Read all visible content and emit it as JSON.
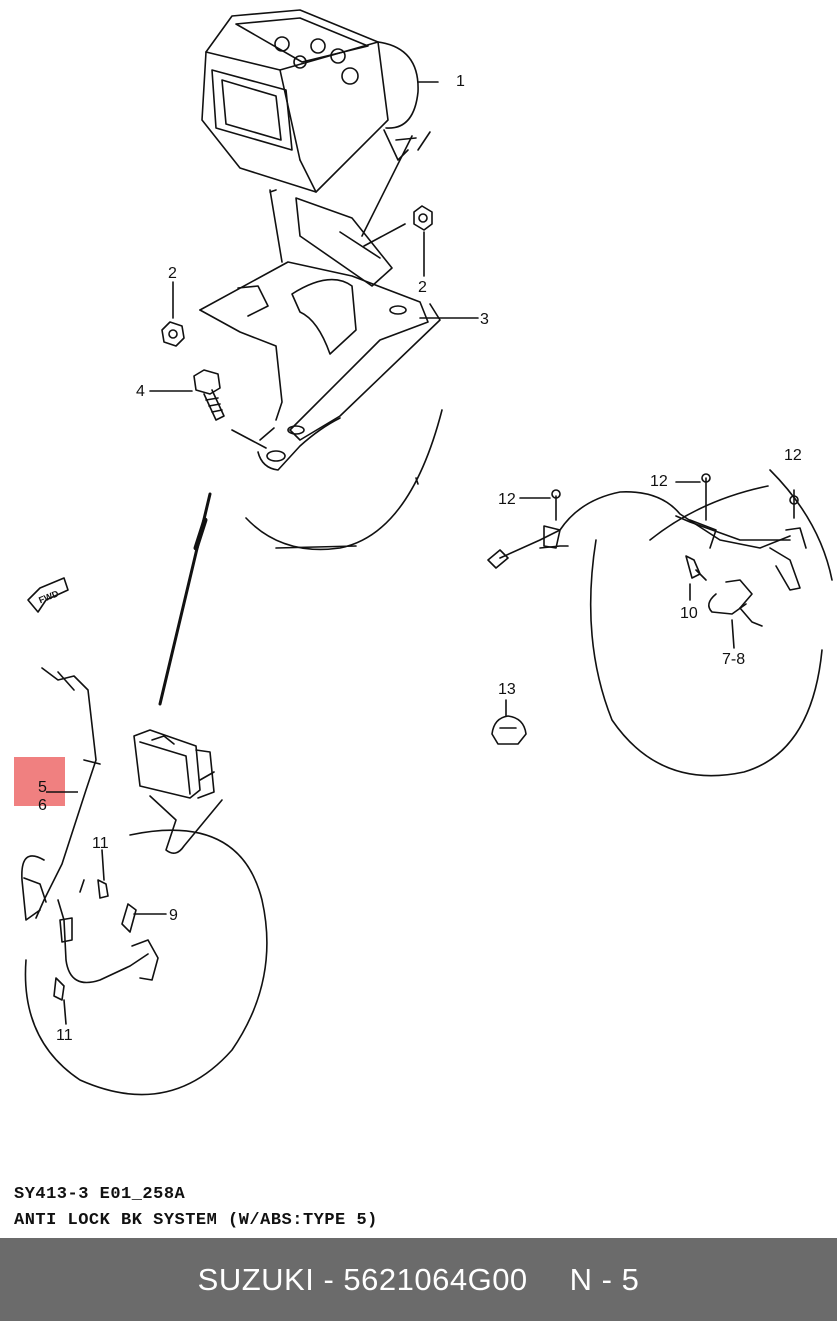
{
  "diagram": {
    "callouts": [
      "1",
      "2",
      "2",
      "3",
      "4",
      "5",
      "6",
      "7-8",
      "9",
      "10",
      "11",
      "11",
      "12",
      "12",
      "12",
      "13"
    ],
    "fwd_label": "FWD",
    "diagram_code": "SY413-3  E01_258A",
    "diagram_title": "ANTI LOCK BK SYSTEM (W/ABS:TYPE 5)",
    "highlight_color": "#f08080"
  },
  "footer": {
    "brand": "SUZUKI",
    "separator": " - ",
    "part_number": "5621064G00",
    "position": "N - 5"
  }
}
